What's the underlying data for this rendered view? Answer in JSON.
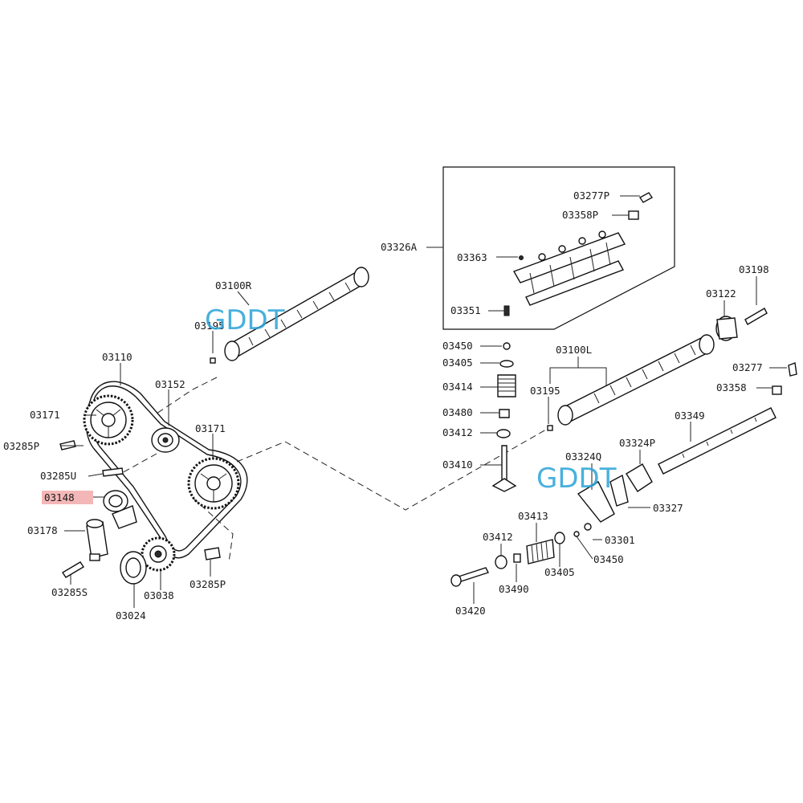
{
  "watermark": "GDDT",
  "highlight_color": "#f4b7b7",
  "watermark_color": "#2aa3d8",
  "labels": {
    "p03100R": "03100R",
    "p03195a": "03195",
    "p03110": "03110",
    "p03152": "03152",
    "p03171a": "03171",
    "p03171b": "03171",
    "p03285P_a": "03285P",
    "p03285U": "03285U",
    "p03148": "03148",
    "p03178": "03178",
    "p03285S": "03285S",
    "p03038": "03038",
    "p03024": "03024",
    "p03285P_b": "03285P",
    "p03326A": "03326A",
    "p03277P": "03277P",
    "p03358P": "03358P",
    "p03363": "03363",
    "p03351": "03351",
    "p03198": "03198",
    "p03122": "03122",
    "p03450a": "03450",
    "p03405a": "03405",
    "p03414": "03414",
    "p03480": "03480",
    "p03412a": "03412",
    "p03410": "03410",
    "p03100L": "03100L",
    "p03195b": "03195",
    "p03277": "03277",
    "p03358": "03358",
    "p03349": "03349",
    "p03324Q": "03324Q",
    "p03324P": "03324P",
    "p03327": "03327",
    "p03301": "03301",
    "p03450b": "03450",
    "p03405b": "03405",
    "p03413": "03413",
    "p03412b": "03412",
    "p03490": "03490",
    "p03420": "03420"
  }
}
